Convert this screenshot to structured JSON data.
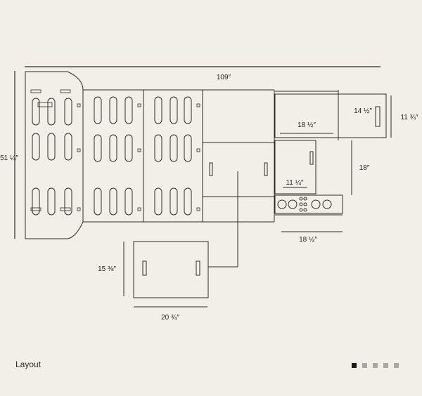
{
  "caption": "Layout",
  "pager": {
    "count": 5,
    "active": 0
  },
  "dimensions": {
    "overall_length": "109″",
    "overall_width": "51 ¼″",
    "drawer_depth": "18 ½″",
    "slide_out_width": "14 ½″",
    "slide_out_height": "11 ¾″",
    "cabinet_height": "18″",
    "cabinet_inner": "11 ¼″",
    "kitchen_depth": "18 ½″",
    "box_height": "15 ⅜″",
    "box_width": "20 ¾″"
  }
}
